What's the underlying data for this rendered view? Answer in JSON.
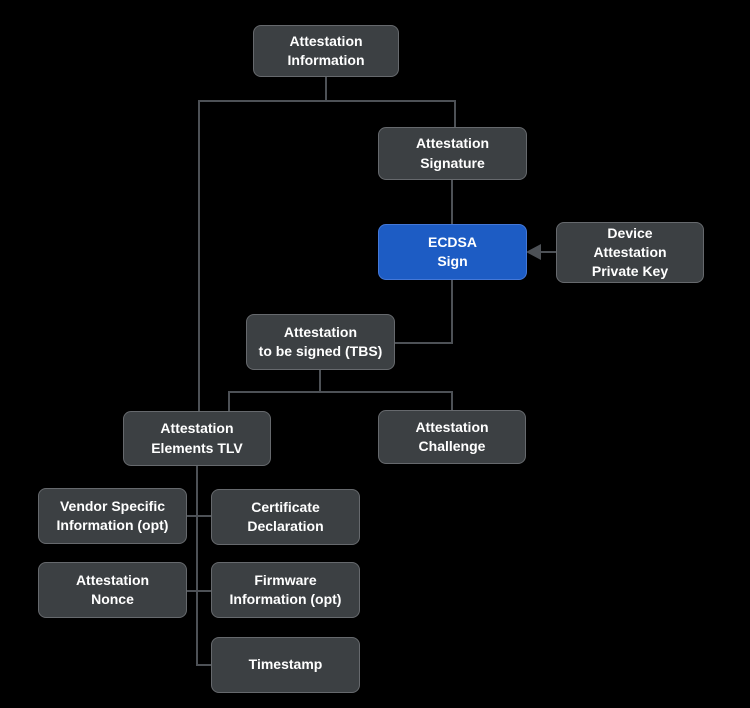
{
  "diagram": {
    "title": "Attestation Information flow diagram",
    "colors": {
      "background": "#000000",
      "node_fill": "#3c4043",
      "node_border": "#66696d",
      "accent_node_fill": "#1d5cc4",
      "accent_node_border": "#4478d8",
      "connector_line": "#4d5156",
      "text": "#ffffff"
    },
    "nodes": {
      "attestation_information": {
        "label": "Attestation\nInformation"
      },
      "attestation_signature": {
        "label": "Attestation\nSignature"
      },
      "ecdsa_sign": {
        "label": "ECDSA\nSign"
      },
      "device_attestation_private_key": {
        "label": "Device\nAttestation\nPrivate Key"
      },
      "attestation_tbs": {
        "label": "Attestation\nto be signed (TBS)"
      },
      "attestation_elements_tlv": {
        "label": "Attestation\nElements TLV"
      },
      "attestation_challenge": {
        "label": "Attestation\nChallenge"
      },
      "vendor_specific_information": {
        "label": "Vendor Specific\nInformation (opt)"
      },
      "certificate_declaration": {
        "label": "Certificate\nDeclaration"
      },
      "attestation_nonce": {
        "label": "Attestation\nNonce"
      },
      "firmware_information": {
        "label": "Firmware\nInformation (opt)"
      },
      "timestamp": {
        "label": "Timestamp"
      }
    }
  }
}
